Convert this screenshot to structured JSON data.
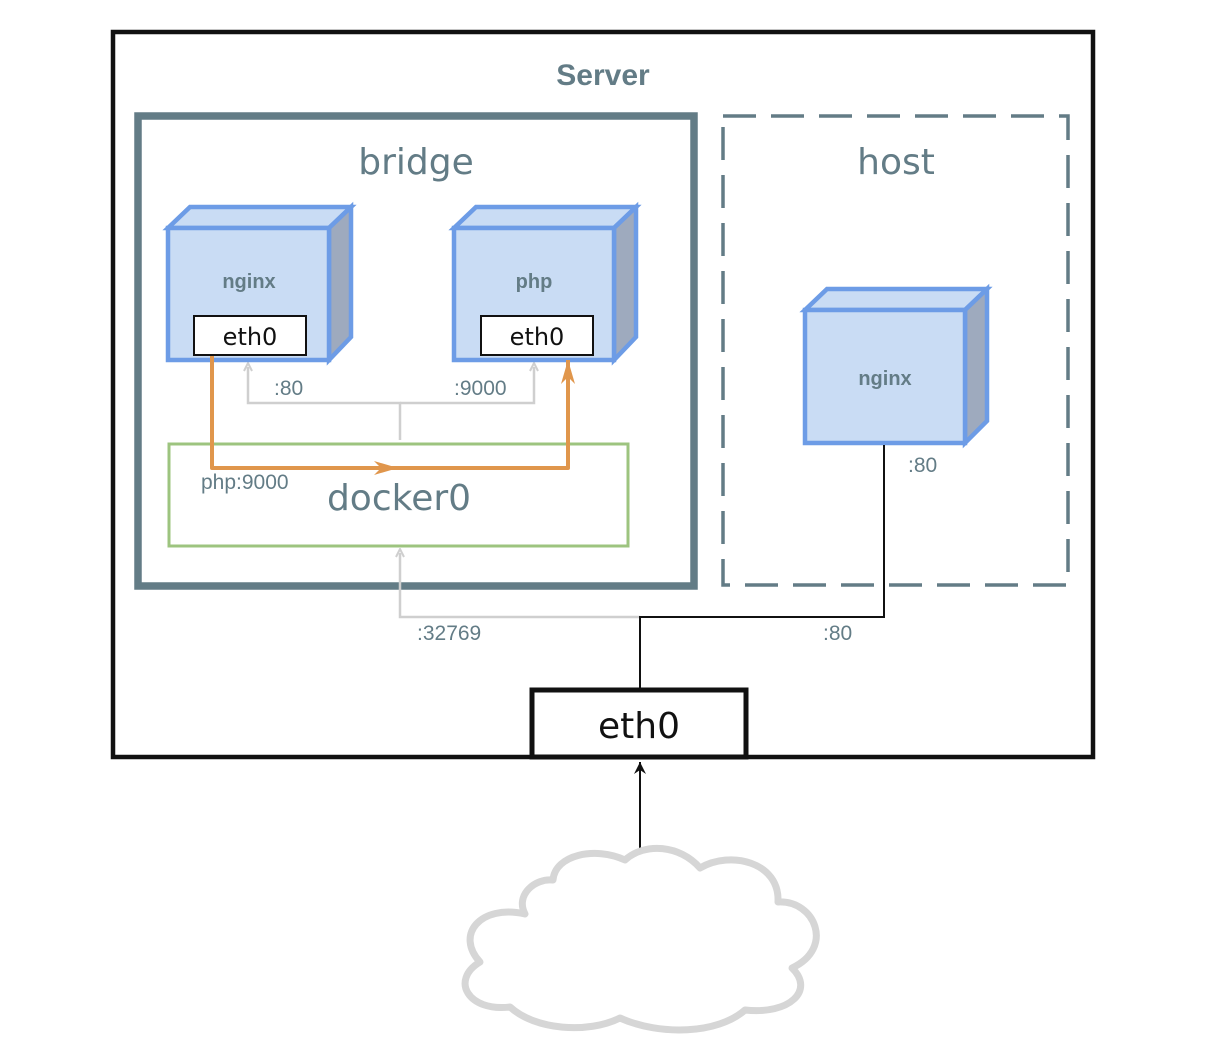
{
  "server": {
    "title": "Server"
  },
  "bridge": {
    "title": "bridge",
    "containers": {
      "nginx": {
        "name": "nginx",
        "iface": "eth0",
        "port": ":80"
      },
      "php": {
        "name": "php",
        "iface": "eth0",
        "port": ":9000"
      }
    },
    "docker0": {
      "label": "docker0",
      "route_label": "php:9000"
    }
  },
  "host": {
    "title": "host",
    "container": {
      "name": "nginx",
      "port": ":80"
    }
  },
  "uplinks": {
    "bridge_port": ":32769",
    "host_port": ":80"
  },
  "server_iface": {
    "label": "eth0"
  },
  "colors": {
    "slate": "#637c86",
    "cube_fill": "#c9dcf4",
    "cube_stroke": "#6d9ce6",
    "cube_side": "#9eaabe",
    "orange": "#e0964c",
    "green": "#9dc47f",
    "light_gray": "#cfcfcf",
    "cloud": "#d6d6d6"
  },
  "icons": {
    "internet": "cloud-icon"
  }
}
